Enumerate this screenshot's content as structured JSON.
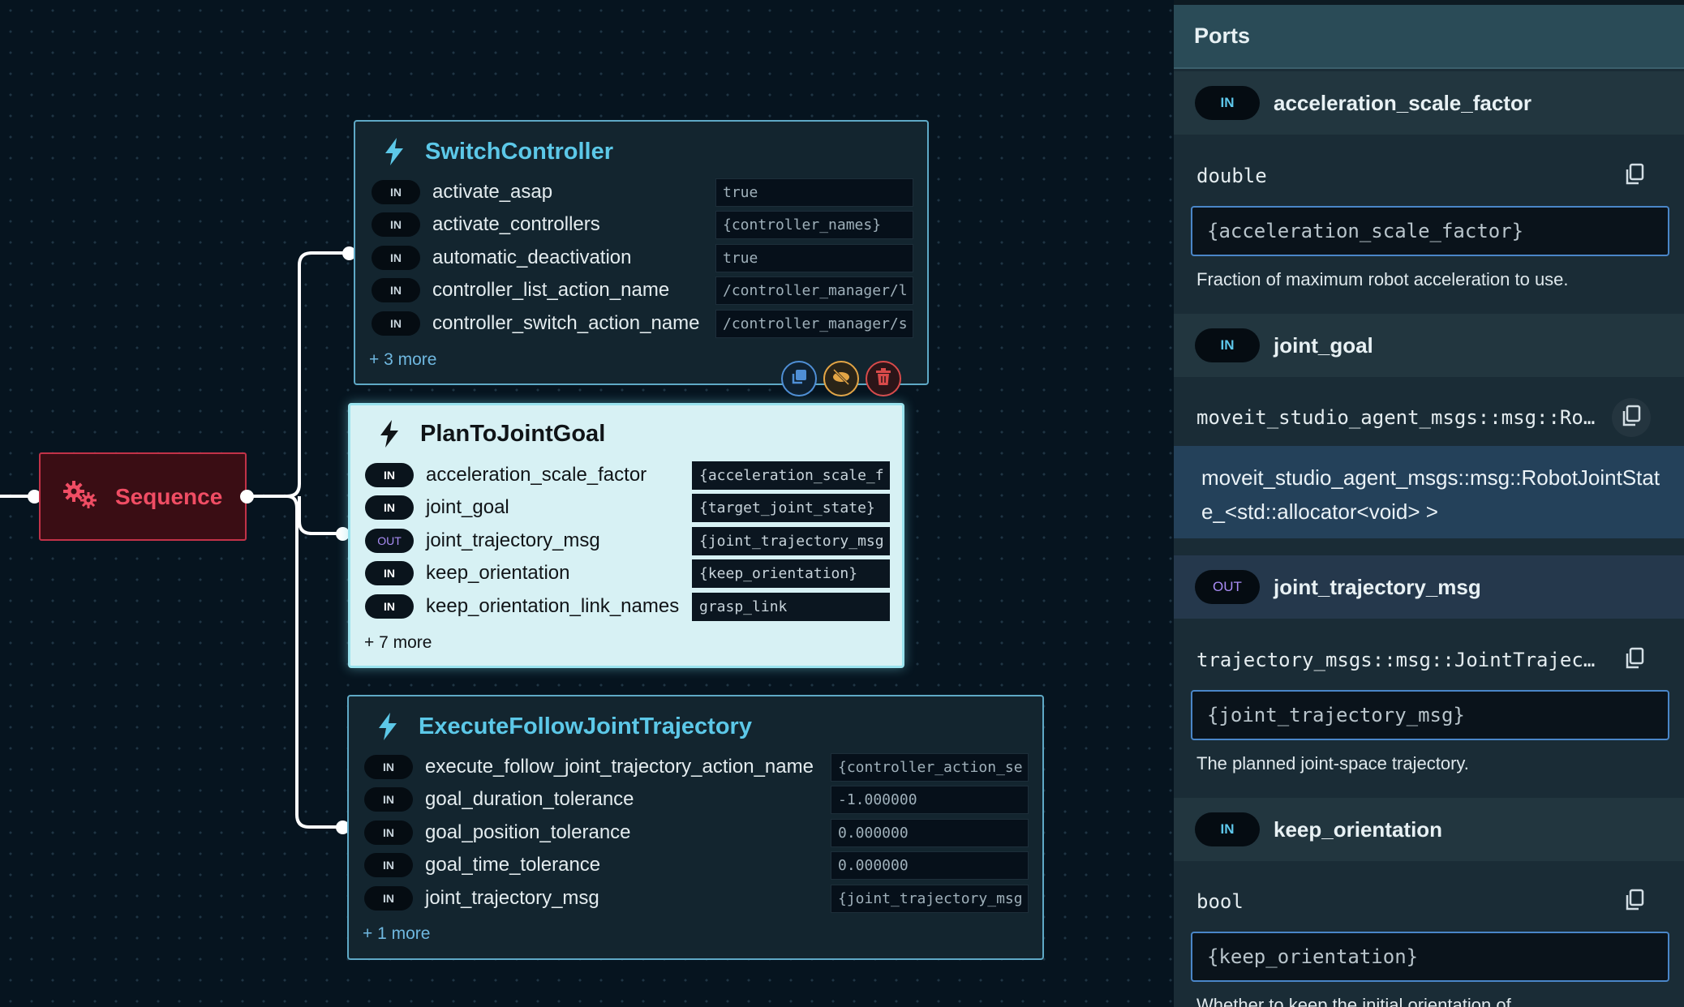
{
  "colors": {
    "canvas_bg": "#06141f",
    "node_accent": "#5cc8e8",
    "sequence_accent": "#f04d64",
    "out_port": "#a98cf5",
    "selected_node_bg": "#d7f1f4"
  },
  "canvas": {
    "sequence": {
      "label": "Sequence",
      "icon": "gears-icon"
    },
    "switch_controller": {
      "title": "SwitchController",
      "icon": "lightning-icon",
      "ports": [
        {
          "dir": "IN",
          "name": "activate_asap",
          "value": "true"
        },
        {
          "dir": "IN",
          "name": "activate_controllers",
          "value": "{controller_names}"
        },
        {
          "dir": "IN",
          "name": "automatic_deactivation",
          "value": "true"
        },
        {
          "dir": "IN",
          "name": "controller_list_action_name",
          "value": "/controller_manager/l"
        },
        {
          "dir": "IN",
          "name": "controller_switch_action_name",
          "value": "/controller_manager/s"
        }
      ],
      "more": "+ 3 more",
      "actions": [
        "duplicate-icon",
        "disable-icon",
        "trash-icon"
      ]
    },
    "plan_to_joint_goal": {
      "title": "PlanToJointGoal",
      "icon": "lightning-icon",
      "ports": [
        {
          "dir": "IN",
          "name": "acceleration_scale_factor",
          "value": "{acceleration_scale_f"
        },
        {
          "dir": "IN",
          "name": "joint_goal",
          "value": "{target_joint_state}"
        },
        {
          "dir": "OUT",
          "name": "joint_trajectory_msg",
          "value": "{joint_trajectory_msg"
        },
        {
          "dir": "IN",
          "name": "keep_orientation",
          "value": "{keep_orientation}"
        },
        {
          "dir": "IN",
          "name": "keep_orientation_link_names",
          "value": "grasp_link"
        }
      ],
      "more": "+ 7 more"
    },
    "execute_follow": {
      "title": "ExecuteFollowJointTrajectory",
      "icon": "lightning-icon",
      "ports": [
        {
          "dir": "IN",
          "name": "execute_follow_joint_trajectory_action_name",
          "value": "{controller_action_se"
        },
        {
          "dir": "IN",
          "name": "goal_duration_tolerance",
          "value": "-1.000000"
        },
        {
          "dir": "IN",
          "name": "goal_position_tolerance",
          "value": "0.000000"
        },
        {
          "dir": "IN",
          "name": "goal_time_tolerance",
          "value": "0.000000"
        },
        {
          "dir": "IN",
          "name": "joint_trajectory_msg",
          "value": "{joint_trajectory_msg"
        }
      ],
      "more": "+ 1 more"
    }
  },
  "panel": {
    "title": "Ports",
    "ports": [
      {
        "dir": "IN",
        "name": "acceleration_scale_factor",
        "type": "double",
        "value": "{acceleration_scale_factor}",
        "description": "Fraction of maximum robot acceleration to use."
      },
      {
        "dir": "IN",
        "name": "joint_goal",
        "type": "moveit_studio_agent_msgs::msg::Robo…",
        "value": "moveit_studio_agent_msgs::msg::RobotJointState_<std::allocator<void> >"
      },
      {
        "dir": "OUT",
        "name": "joint_trajectory_msg",
        "type": "trajectory_msgs::msg::JointTrajecto…",
        "value": "{joint_trajectory_msg}",
        "description": "The planned joint-space trajectory."
      },
      {
        "dir": "IN",
        "name": "keep_orientation",
        "type": "bool",
        "value": "{keep_orientation}",
        "description": "Whether to keep the initial orientation of"
      }
    ]
  }
}
